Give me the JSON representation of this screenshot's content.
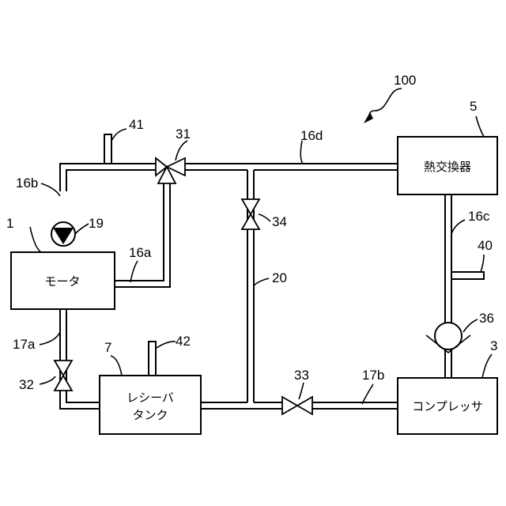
{
  "figure_label": "100",
  "components": {
    "motor": {
      "label": "モータ",
      "ref": "1"
    },
    "receiver": {
      "label_line1": "レシーバ",
      "label_line2": "タンク",
      "ref": "7"
    },
    "heat_exchanger": {
      "label": "熱交換器",
      "ref": "5"
    },
    "compressor": {
      "label": "コンプレッサ",
      "ref": "3"
    }
  },
  "pipes": {
    "p16a": "16a",
    "p16b": "16b",
    "p16c": "16c",
    "p16d": "16d",
    "p17a": "17a",
    "p17b": "17b",
    "p20": "20"
  },
  "valves": {
    "v31": "31",
    "v32": "32",
    "v33": "33",
    "v34": "34"
  },
  "pump": {
    "ref": "19"
  },
  "check_valve": {
    "ref": "36"
  },
  "sensors": {
    "s40": "40",
    "s41": "41",
    "s42": "42"
  }
}
